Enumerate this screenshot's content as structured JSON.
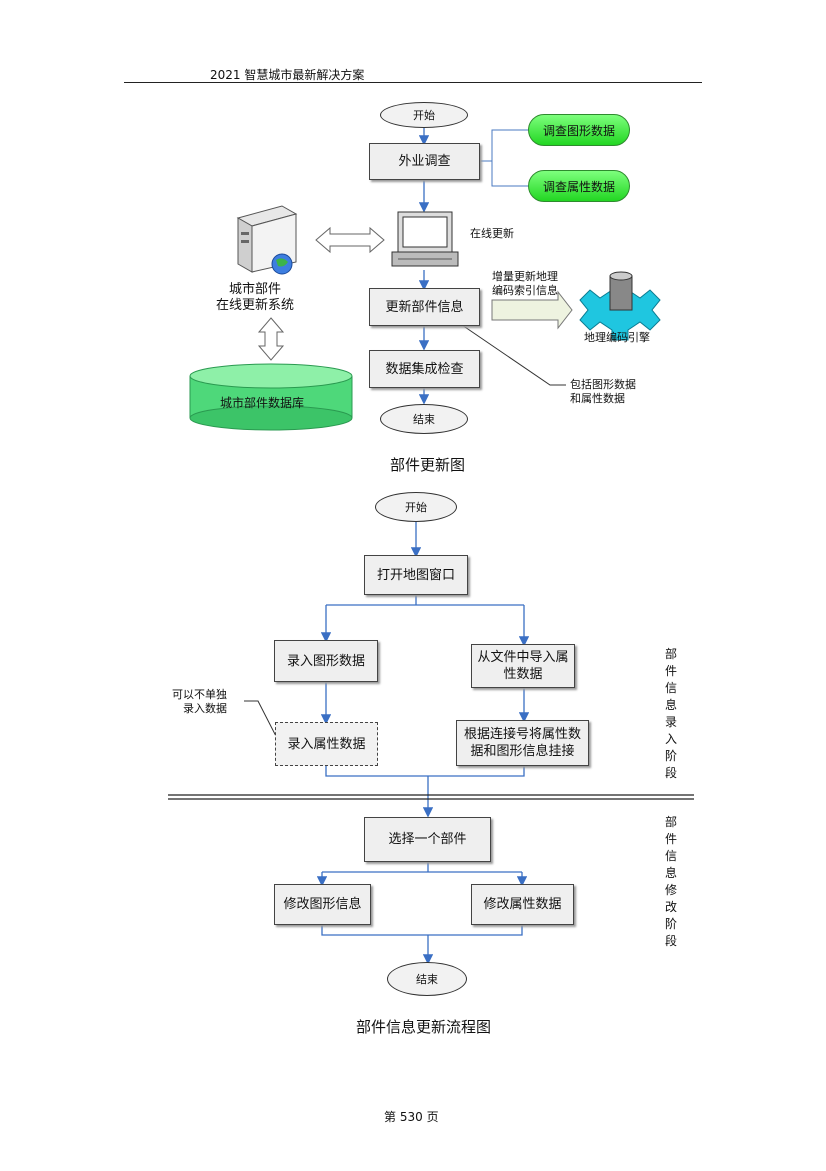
{
  "header": {
    "title": "2021 智慧城市最新解决方案"
  },
  "diagram1": {
    "start": "开始",
    "field_survey": "外业调查",
    "survey_graphics": "调查图形数据",
    "survey_attributes": "调查属性数据",
    "online_update": "在线更新",
    "system_label": "城市部件\n在线更新系统",
    "database": "城市部件数据库",
    "update_info": "更新部件信息",
    "incremental_label": "增量更新地理\n编码索引信息",
    "geocode_engine": "地理编码引擎",
    "integration_check": "数据集成检查",
    "includes_label": "包括图形数据\n和属性数据",
    "end": "结束",
    "caption": "部件更新图"
  },
  "diagram2": {
    "start": "开始",
    "open_map": "打开地图窗口",
    "enter_graphics": "录入图形数据",
    "import_attributes": "从文件中导入属\n性数据",
    "note": "可以不单独\n录入数据",
    "enter_attributes": "录入属性数据",
    "link_by_id": "根据连接号将属性数\n据和图形信息挂接",
    "phase_entry": "部件信息录入阶段",
    "select_part": "选择一个部件",
    "modify_graphics": "修改图形信息",
    "modify_attributes": "修改属性数据",
    "phase_modify": "部件信息修改阶段",
    "end": "结束",
    "caption": "部件信息更新流程图"
  },
  "footer": {
    "page_prefix": "第",
    "page_number": "530",
    "page_suffix": "页"
  },
  "colors": {
    "arrow": "#3a6fc4",
    "green": "#22d622",
    "database": "#4ed87a"
  }
}
